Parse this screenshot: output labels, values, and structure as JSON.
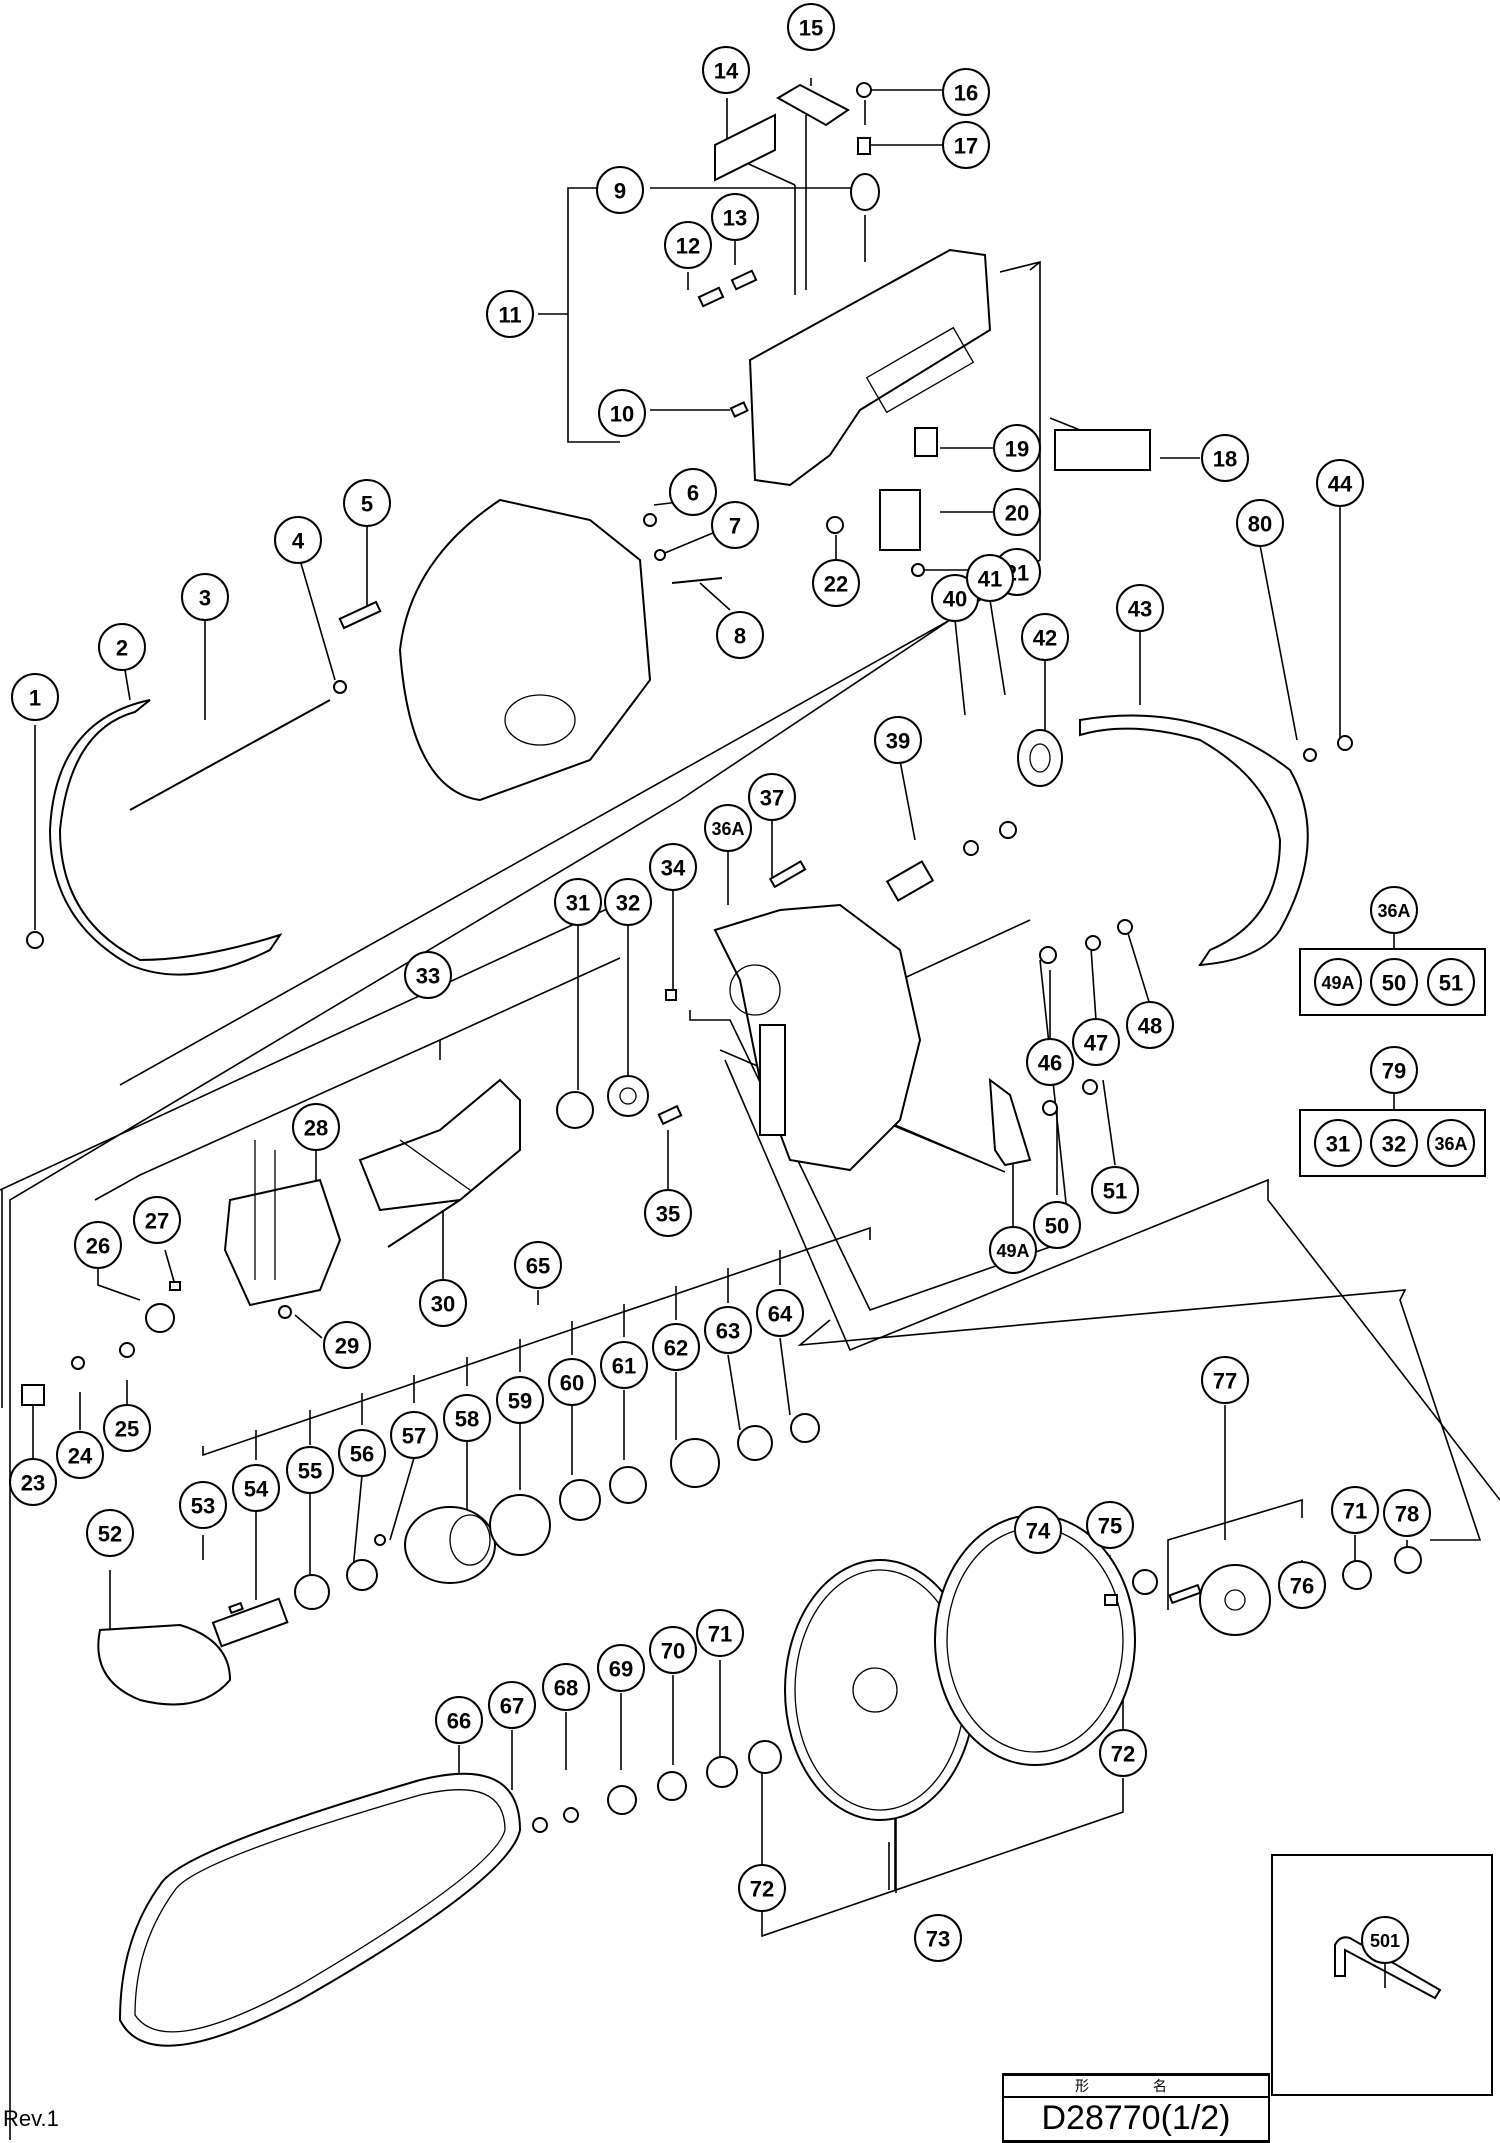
{
  "document": {
    "type": "exploded parts diagram",
    "revision": "Rev.1",
    "title_block": {
      "header": "形 名",
      "model": "D28770(1/2)"
    }
  },
  "callouts": [
    {
      "id": "1"
    },
    {
      "id": "2"
    },
    {
      "id": "3"
    },
    {
      "id": "4"
    },
    {
      "id": "5"
    },
    {
      "id": "6"
    },
    {
      "id": "7"
    },
    {
      "id": "8"
    },
    {
      "id": "9"
    },
    {
      "id": "10"
    },
    {
      "id": "11"
    },
    {
      "id": "12"
    },
    {
      "id": "13"
    },
    {
      "id": "14"
    },
    {
      "id": "15"
    },
    {
      "id": "16"
    },
    {
      "id": "17"
    },
    {
      "id": "18"
    },
    {
      "id": "19"
    },
    {
      "id": "20"
    },
    {
      "id": "21"
    },
    {
      "id": "22"
    },
    {
      "id": "23"
    },
    {
      "id": "24"
    },
    {
      "id": "25"
    },
    {
      "id": "26"
    },
    {
      "id": "27"
    },
    {
      "id": "28"
    },
    {
      "id": "29"
    },
    {
      "id": "30"
    },
    {
      "id": "31"
    },
    {
      "id": "32"
    },
    {
      "id": "33"
    },
    {
      "id": "34"
    },
    {
      "id": "35"
    },
    {
      "id": "36A"
    },
    {
      "id": "37"
    },
    {
      "id": "39"
    },
    {
      "id": "40"
    },
    {
      "id": "41"
    },
    {
      "id": "42"
    },
    {
      "id": "43"
    },
    {
      "id": "44"
    },
    {
      "id": "46"
    },
    {
      "id": "47"
    },
    {
      "id": "48"
    },
    {
      "id": "49A"
    },
    {
      "id": "50"
    },
    {
      "id": "51"
    },
    {
      "id": "52"
    },
    {
      "id": "53"
    },
    {
      "id": "54"
    },
    {
      "id": "55"
    },
    {
      "id": "56"
    },
    {
      "id": "57"
    },
    {
      "id": "58"
    },
    {
      "id": "59"
    },
    {
      "id": "60"
    },
    {
      "id": "61"
    },
    {
      "id": "62"
    },
    {
      "id": "63"
    },
    {
      "id": "64"
    },
    {
      "id": "65"
    },
    {
      "id": "66"
    },
    {
      "id": "67"
    },
    {
      "id": "68"
    },
    {
      "id": "69"
    },
    {
      "id": "70"
    },
    {
      "id": "71"
    },
    {
      "id": "72"
    },
    {
      "id": "73"
    },
    {
      "id": "74"
    },
    {
      "id": "75"
    },
    {
      "id": "76"
    },
    {
      "id": "77"
    },
    {
      "id": "78"
    },
    {
      "id": "80"
    },
    {
      "id": "501"
    }
  ],
  "assembly_groups": [
    {
      "parent": "36A",
      "children": [
        "49A",
        "50",
        "51"
      ]
    },
    {
      "parent": "79",
      "children": [
        "31",
        "32",
        "36A"
      ]
    }
  ],
  "accessory_box": {
    "items": [
      "501"
    ]
  }
}
